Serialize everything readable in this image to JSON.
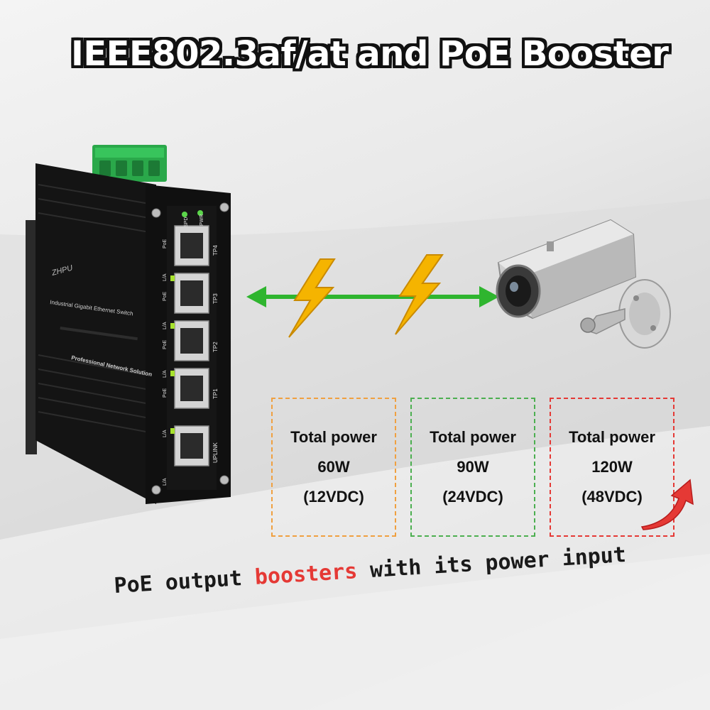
{
  "headline": "IEEE802.3af/at and PoE Booster",
  "device": {
    "brand": "ZHPU",
    "product_line": "Industrial Gigabit Ethernet Switch",
    "slogan": "Professional Network Solution",
    "led_labels": [
      "SPD",
      "PWR"
    ],
    "ports": [
      {
        "name": "TP4",
        "tags": [
          "PoE"
        ]
      },
      {
        "name": "TP3",
        "tags": [
          "PoE",
          "L/A"
        ]
      },
      {
        "name": "TP2",
        "tags": [
          "PoE",
          "L/A"
        ]
      },
      {
        "name": "TP1",
        "tags": [
          "PoE",
          "L/A"
        ]
      },
      {
        "name": "UPLINK",
        "tags": [
          "L/A"
        ]
      }
    ],
    "bottom_tag": "L/A"
  },
  "power_options": [
    {
      "label": "Total power",
      "watts": "60W",
      "voltage": "(12VDC)",
      "color": "#f0a040"
    },
    {
      "label": "Total power",
      "watts": "90W",
      "voltage": "(24VDC)",
      "color": "#4caf50"
    },
    {
      "label": "Total power",
      "watts": "120W",
      "voltage": "(48VDC)",
      "color": "#e53935"
    }
  ],
  "tagline": {
    "before": "PoE output ",
    "highlight": "boosters",
    "after": " with its power input"
  },
  "colors": {
    "arrow": "#2fb52f",
    "bolt": "#f5b400",
    "highlight": "#e53935",
    "device_body": "#1b1b1b"
  }
}
